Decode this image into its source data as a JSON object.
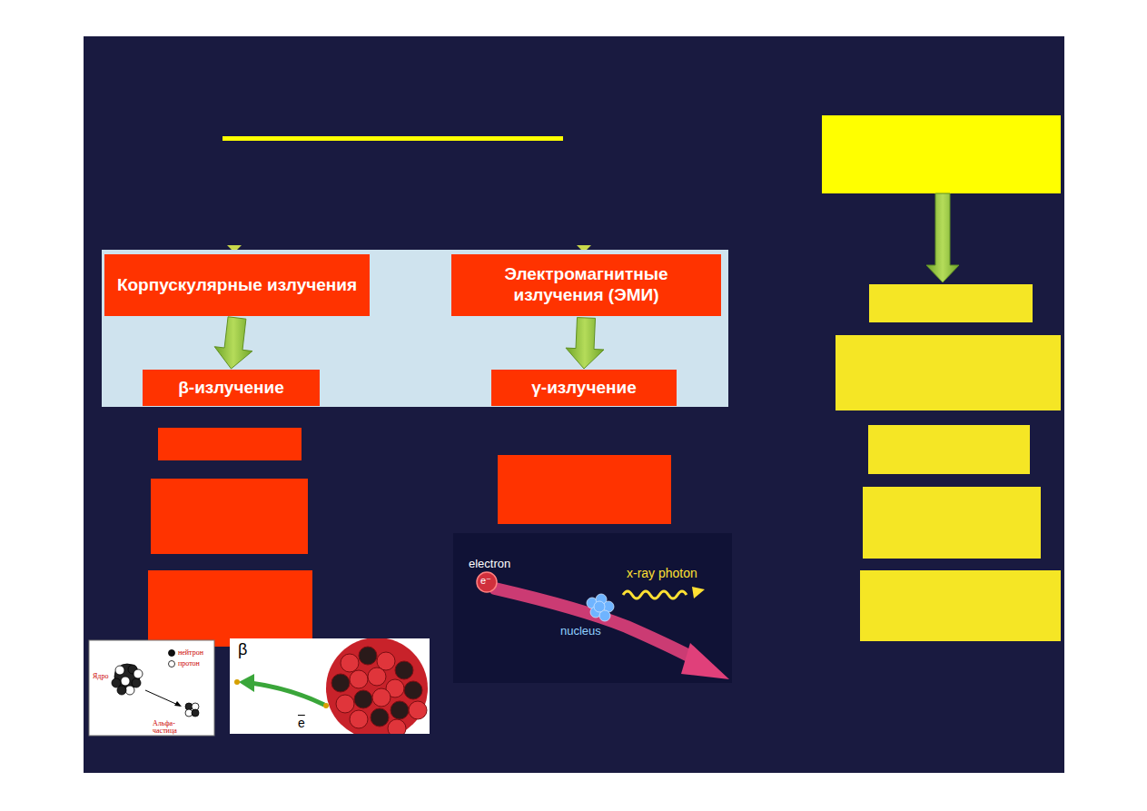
{
  "diagram": {
    "nodes": [
      {
        "text": [
          "Корпускулярные излучения"
        ]
      },
      {
        "text": [
          "Электромагнитные излучения (ЭМИ)"
        ]
      },
      {
        "text": [
          "β-излучение"
        ]
      },
      {
        "text": [
          "γ-излучение"
        ]
      }
    ],
    "edges": [
      {
        "from": 0,
        "to": 2,
        "arrow": "to"
      },
      {
        "from": 1,
        "to": 3,
        "arrow": "to"
      }
    ],
    "labels": [
      "нейтрон",
      "протон",
      "Ядро",
      "Альфа-частица",
      "β",
      "e",
      "electron",
      "e⁻",
      "nucleus",
      "x-ray photon"
    ]
  }
}
